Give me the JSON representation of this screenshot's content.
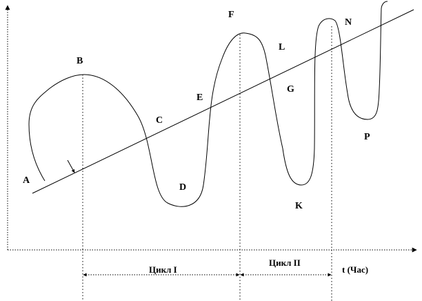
{
  "points": {
    "A": "A",
    "B": "B",
    "C": "C",
    "D": "D",
    "E": "E",
    "F": "F",
    "G": "G",
    "K": "K",
    "L": "L",
    "N": "N",
    "P": "P"
  },
  "cycles": {
    "cycle1": "Цикл I",
    "cycle2": "Цикл II"
  },
  "axis": {
    "x_label": "t (Час)"
  }
}
